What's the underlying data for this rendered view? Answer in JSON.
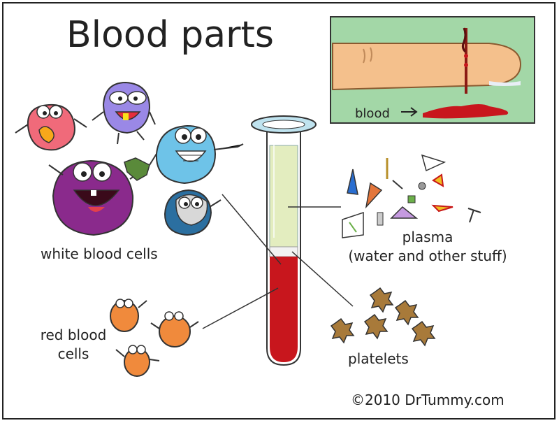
{
  "title": "Blood parts",
  "inset": {
    "label": "blood"
  },
  "labels": {
    "white_blood_cells": "white blood cells",
    "plasma": "plasma\n(water and other stuff)",
    "red_blood_cells": "red blood\ncells",
    "platelets": "platelets"
  },
  "credit": "©2010 DrTummy.com",
  "colors": {
    "plasma": "#e3edbf",
    "red_blood": "#c8161d",
    "inset_bg": "#a3d7a7",
    "finger": "#f4c08c",
    "tube_rim": "#bfe3ef"
  }
}
